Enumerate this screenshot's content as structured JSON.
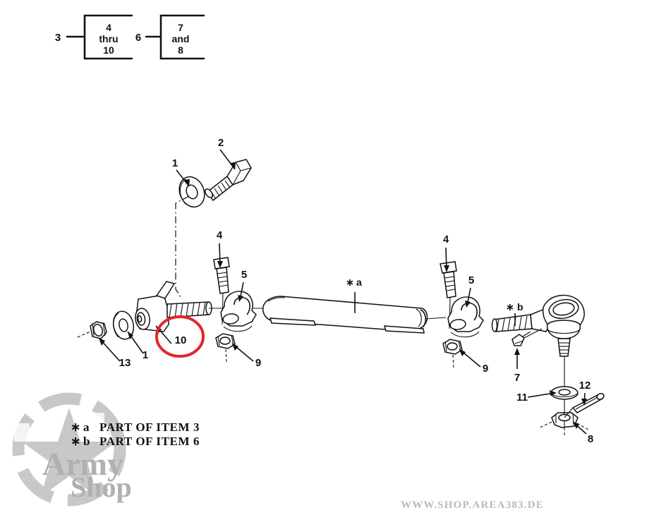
{
  "document": {
    "type": "exploded-parts-diagram",
    "title": "Steering Tie Rod Assembly Exploded View",
    "background_color": "#ffffff",
    "line_color": "#111111",
    "highlight_color": "#e4262b"
  },
  "group_boxes": [
    {
      "id": "group-3",
      "leader_number": "3",
      "lines": [
        "4",
        "thru",
        "10"
      ]
    },
    {
      "id": "group-6",
      "leader_number": "6",
      "lines": [
        "7",
        "and",
        "8"
      ]
    }
  ],
  "callouts": [
    {
      "id": "c1-top",
      "number": "1",
      "part": "flat-washer"
    },
    {
      "id": "c2",
      "number": "2",
      "part": "hex-head-bolt"
    },
    {
      "id": "c4-left",
      "number": "4",
      "part": "clamp-bolt"
    },
    {
      "id": "c5-left",
      "number": "5",
      "part": "tie-rod-clamp"
    },
    {
      "id": "c9-left",
      "number": "9",
      "part": "clamp-nut"
    },
    {
      "id": "c13",
      "number": "13",
      "part": "hex-nut"
    },
    {
      "id": "c1-left",
      "number": "1",
      "part": "flat-washer"
    },
    {
      "id": "c10",
      "number": "10",
      "part": "tie-rod-end-adjusting-sleeve",
      "highlighted": true
    },
    {
      "id": "c4-right",
      "number": "4",
      "part": "clamp-bolt"
    },
    {
      "id": "c5-right",
      "number": "5",
      "part": "tie-rod-clamp"
    },
    {
      "id": "c9-right",
      "number": "9",
      "part": "clamp-nut"
    },
    {
      "id": "c7",
      "number": "7",
      "part": "grease-fitting"
    },
    {
      "id": "c11",
      "number": "11",
      "part": "flat-washer"
    },
    {
      "id": "c12",
      "number": "12",
      "part": "cotter-pin"
    },
    {
      "id": "c8",
      "number": "8",
      "part": "slotted-castle-nut"
    }
  ],
  "star_marks": [
    {
      "id": "star-a",
      "symbol": "∗",
      "letter": "a",
      "part": "tie-rod-tube"
    },
    {
      "id": "star-b",
      "symbol": "∗",
      "letter": "b",
      "part": "tie-rod-end-ball-joint"
    }
  ],
  "legend": {
    "rows": [
      {
        "symbol": "∗",
        "letter": "a",
        "text": "PART OF ITEM 3"
      },
      {
        "symbol": "∗",
        "letter": "b",
        "text": "PART OF ITEM 6"
      }
    ]
  },
  "watermark": {
    "brand_line1": "Army",
    "brand_line2": "Shop",
    "url": "WWW.SHOP.AREA383.DE",
    "color": "#b0b0b0"
  }
}
